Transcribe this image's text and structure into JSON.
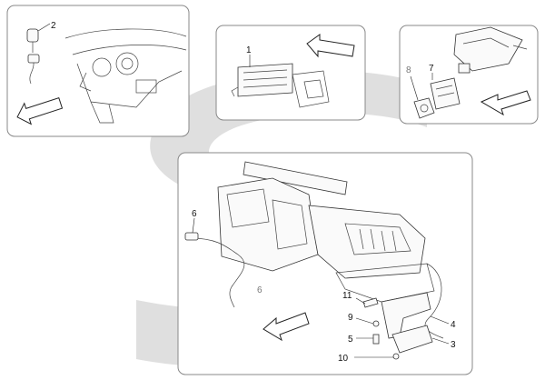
{
  "callouts": {
    "c1": "1",
    "c2": "2",
    "c3": "3",
    "c4": "4",
    "c5": "5",
    "c6a": "6",
    "c6b": "6",
    "c7": "7",
    "c8": "8",
    "c9": "9",
    "c10": "10",
    "c11": "11"
  },
  "colors": {
    "watermark": "#d9d9d9",
    "frame": "#888888",
    "line": "#333333"
  }
}
